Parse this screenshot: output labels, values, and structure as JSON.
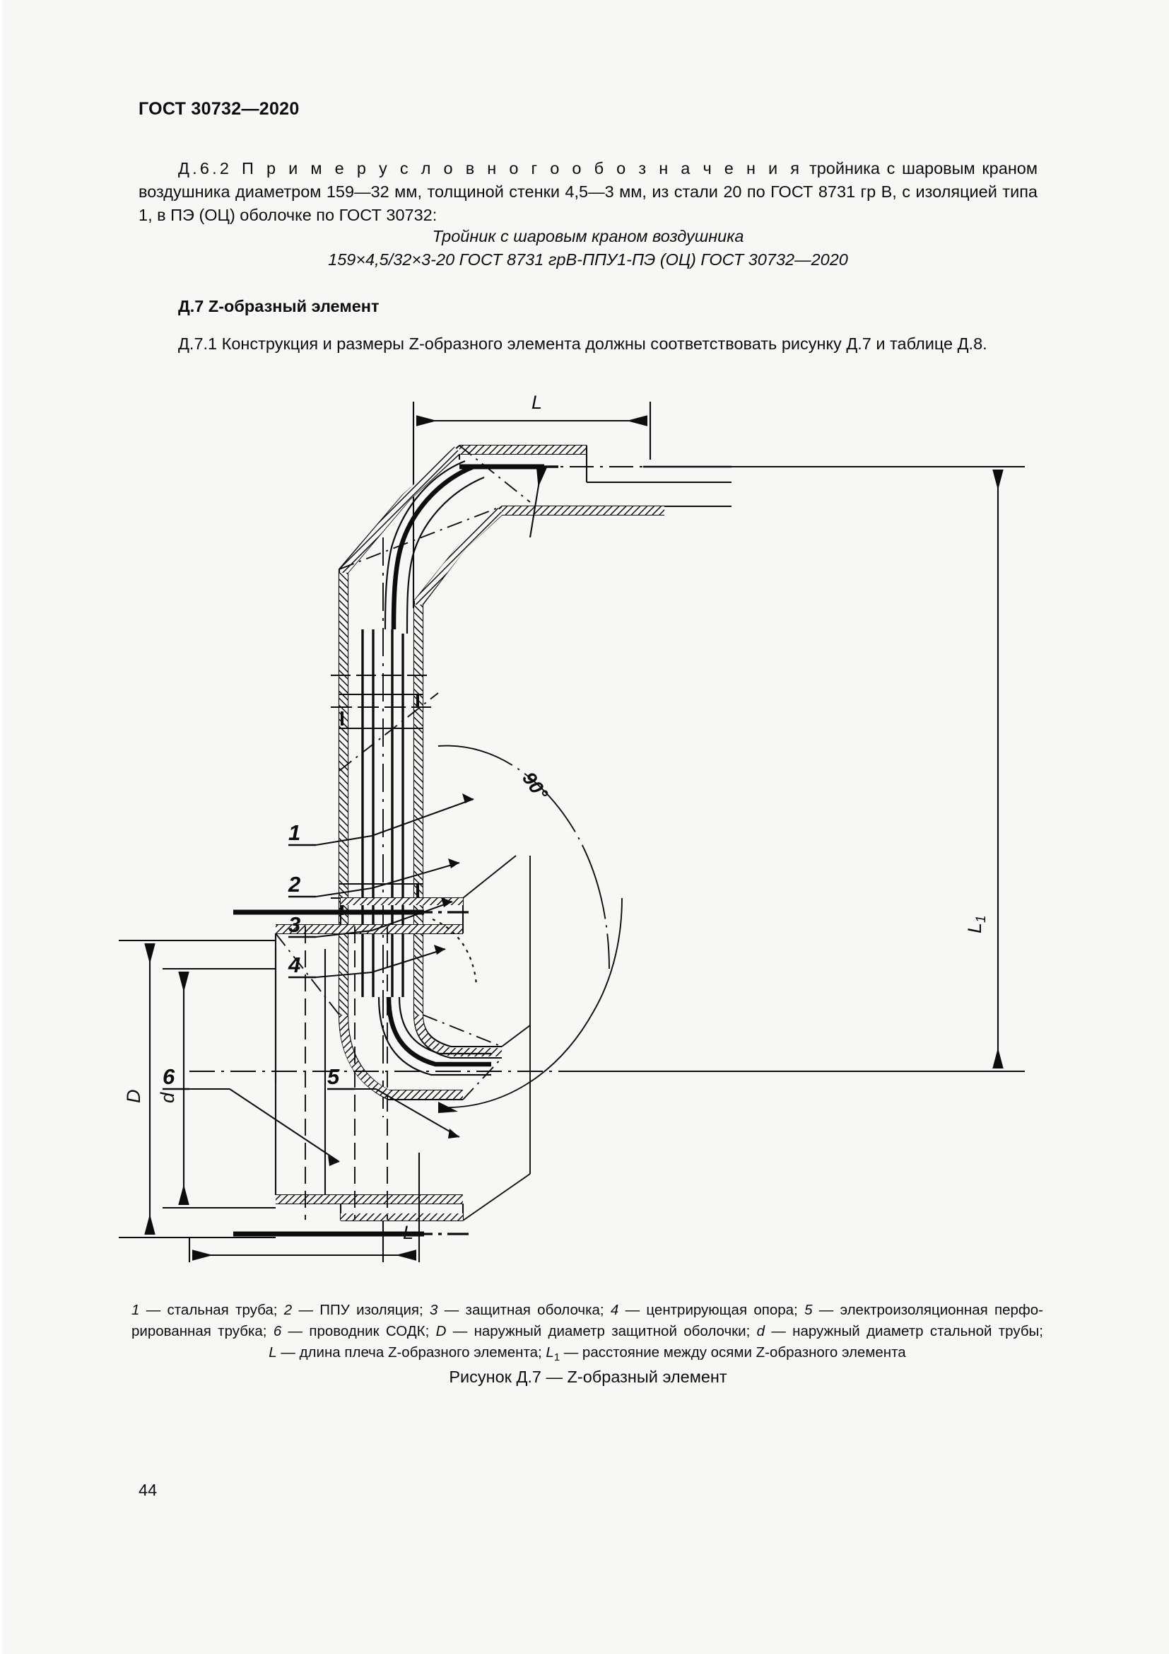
{
  "document": {
    "header": "ГОСТ 30732—2020",
    "page_number": "44"
  },
  "paragraphs": {
    "d62_spaced_lead": "Д.6.2  П р и м е р   у с л о в н о г о   о б о з н а ч е н и я",
    "d62_rest": "тройника с шаровым краном воздушника диаметром 159—32 мм, толщиной стенки 4,5—3 мм, из стали 20 по ГОСТ 8731 гр В, с изоляцией типа 1, в ПЭ (ОЦ) оболочке по ГОСТ 30732:",
    "designation_line1": "Тройник с шаровым краном воздушника",
    "designation_line2": "159×4,5/32×3-20 ГОСТ 8731 грВ-ППУ1-ПЭ (ОЦ) ГОСТ 30732—2020",
    "heading_d7": "Д.7 Z-образный элемент",
    "d71": "Д.7.1 Конструкция и размеры Z-образного элемента должны соответствовать рисунку Д.7 и таблице Д.8."
  },
  "figure": {
    "title": "Рисунок Д.7 — Z-образный элемент",
    "caption_line1_a": "1",
    "caption_line1_b": " — стальная труба; ",
    "caption_line1_c": "2",
    "caption_line1_d": " — ППУ изоляция; ",
    "caption_line1_e": "3",
    "caption_line1_f": " — защитная оболочка; ",
    "caption_line1_g": "4",
    "caption_line1_h": " — центрирующая опора; ",
    "caption_line1_i": "5",
    "caption_line1_j": " — электроизоляционная перфо-",
    "caption_line2_a": "рированная трубка; ",
    "caption_line2_b": "6",
    "caption_line2_c": " — проводник СОДК; ",
    "caption_line2_d": "D",
    "caption_line2_e": " — наружный диаметр защитной оболочки; ",
    "caption_line2_f": "d",
    "caption_line2_g": " — наружный диаметр стальной трубы;",
    "caption_line3_a": "L",
    "caption_line3_b": " — длина плеча Z-образного элемента; ",
    "caption_line3_c": "L",
    "caption_line3_c_sub": "1",
    "caption_line3_d": " — расстояние между осями Z-образного элемента",
    "callouts": {
      "c1": "1",
      "c2": "2",
      "c3": "3",
      "c4": "4",
      "c5": "5",
      "c6": "6"
    },
    "dimensions": {
      "L_top": "L",
      "L_bottom": "L",
      "L1": "L",
      "L1_sub": "1",
      "D": "D",
      "d": "d",
      "angle": "90°"
    },
    "colors": {
      "line": "#0d0d0d",
      "background": "#f7f7f6"
    }
  }
}
